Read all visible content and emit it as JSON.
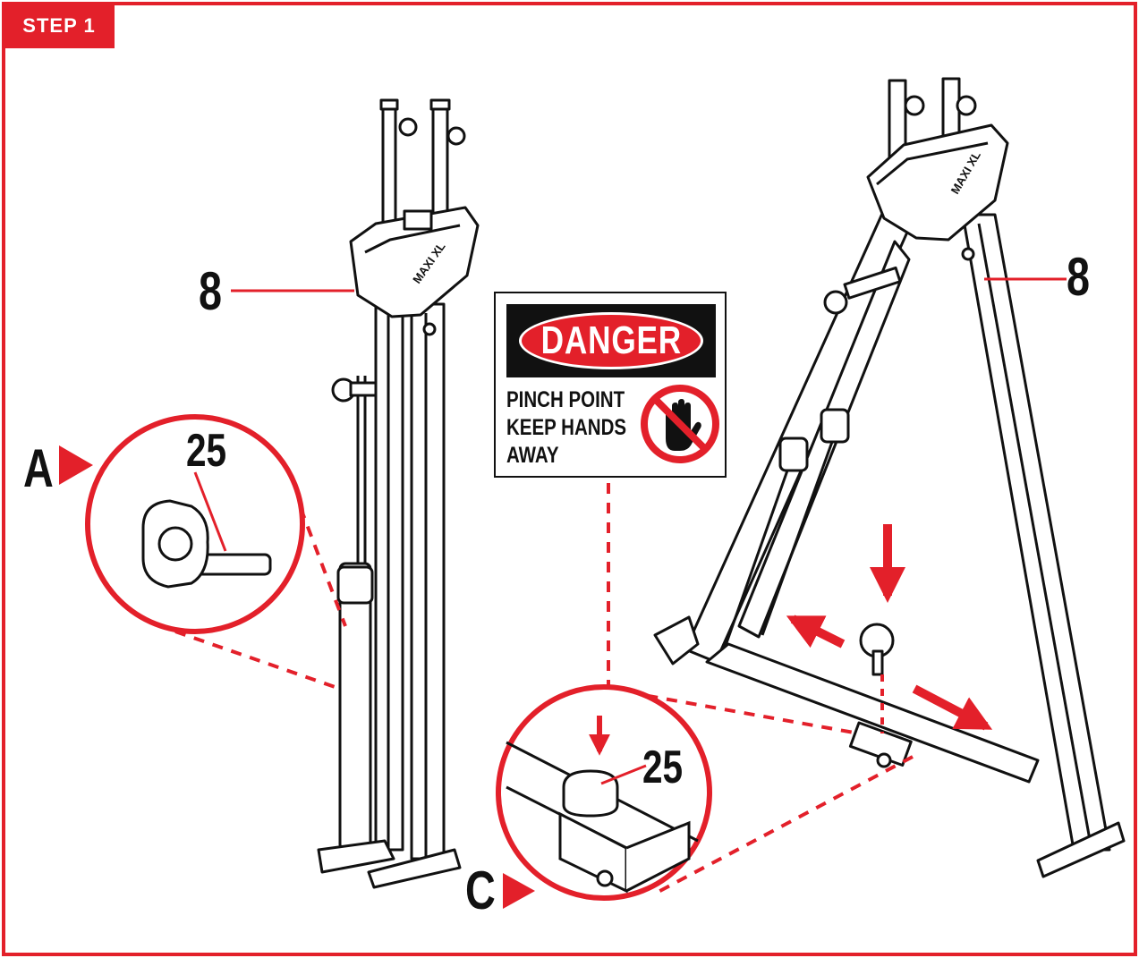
{
  "step": {
    "label": "STEP 1"
  },
  "labels": {
    "part_8_left": "8",
    "part_8_right": "8",
    "detail_a_letter": "A",
    "detail_a_part": "25",
    "detail_c_letter": "C",
    "detail_c_part": "25"
  },
  "warning": {
    "heading": "DANGER",
    "lines": [
      "PINCH POINT",
      "KEEP HANDS",
      "AWAY"
    ],
    "icon": "no-hand-icon"
  },
  "brand": {
    "logo_text": "MAXI XL"
  },
  "colors": {
    "accent": "#e3202a",
    "ink": "#111111",
    "background": "#ffffff"
  }
}
